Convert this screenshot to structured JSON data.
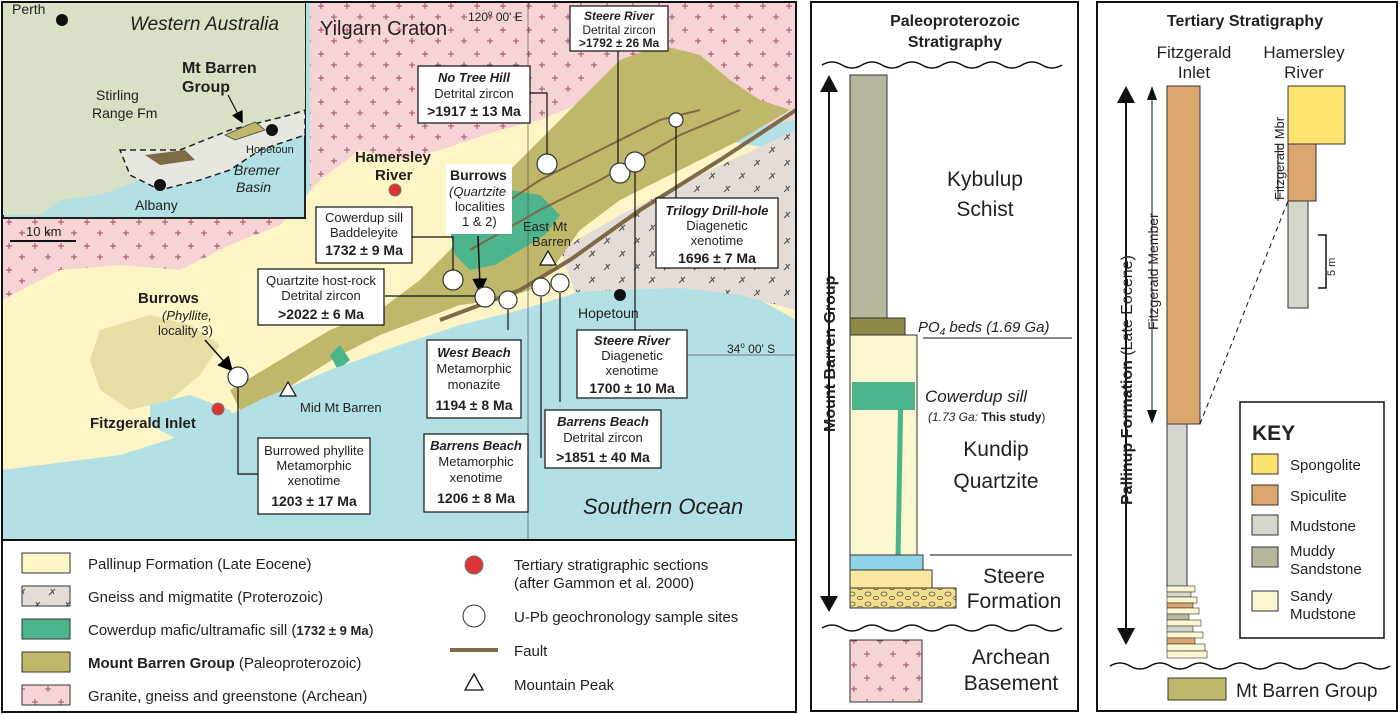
{
  "colors": {
    "pallinup": "#fdf5c6",
    "gneiss": "#e3dcd7",
    "cowerdup": "#4db58b",
    "mount_barren": "#bfb86a",
    "archean": "#f6d3d4",
    "ocean": "#b3e0e4",
    "inset_land": "#d8e0c5",
    "fault": "#7d6a47",
    "spongolite": "#fde36d",
    "spiculite": "#dca66f",
    "mudstone": "#d5d7cd",
    "muddy_sandstone": "#b6b79c",
    "sandy_mudstone": "#fcf6d1",
    "red_site": "#dc3535"
  },
  "map": {
    "inset": {
      "title": "Western Australia",
      "perth": "Perth",
      "albany": "Albany",
      "hopetoun": "Hopetoun",
      "mt_barren_group_1": "Mt Barren",
      "mt_barren_group_2": "Group",
      "stirling_1": "Stirling",
      "stirling_2": "Range Fm",
      "bremer_1": "Bremer",
      "bremer_2": "Basin"
    },
    "scale": "10 km",
    "yilgarn": "Yilgarn Craton",
    "long_label": "120",
    "long_suffix": "o",
    "long_rest": " 00' E",
    "lat_label": "34",
    "lat_suffix": "o",
    "lat_rest": " 00' S",
    "southern_ocean": "Southern  Ocean",
    "hopetoun": "Hopetoun",
    "mid_mt_barren": "Mid Mt Barren",
    "east_mt_barren_1": "East Mt",
    "east_mt_barren_2": "Barren",
    "hamersley_1": "Hamersley",
    "hamersley_2": "River",
    "fitzgerald_inlet": "Fitzgerald Inlet",
    "burrows_phyllite": {
      "l1": "Burrows",
      "l2": "(Phyllite,",
      "l3": "locality 3)"
    },
    "burrows_quartzite": {
      "l1": "Burrows",
      "l2": "(Quartzite",
      "l3": "localities",
      "l4": "1 & 2)"
    },
    "boxes": {
      "no_tree_hill": {
        "l1": "No Tree Hill",
        "l2": "Detrital zircon",
        "l3": ">1917 ± 13 Ma"
      },
      "steere_river_top": {
        "l1": "Steere River",
        "l2": "Detrital zircon",
        "l3": ">1792 ± 26 Ma"
      },
      "trilogy": {
        "l1": "Trilogy Drill-hole",
        "l2": "Diagenetic",
        "l3": "xenotime",
        "l4": "1696 ± 7 Ma"
      },
      "cowerdup_sill": {
        "l1": "Cowerdup sill",
        "l2": "Baddeleyite",
        "l3": "1732 ± 9 Ma"
      },
      "quartzite_host": {
        "l1": "Quartzite host-rock",
        "l2": "Detrital zircon",
        "l3": ">2022 ± 6 Ma"
      },
      "west_beach": {
        "l1": "West Beach",
        "l2": "Metamorphic",
        "l3": "monazite",
        "l4": "1194 ± 8 Ma"
      },
      "steere_river_low": {
        "l1": "Steere River",
        "l2": "Diagenetic",
        "l3": "xenotime",
        "l4": "1700 ± 10 Ma"
      },
      "barrens_beach_a": {
        "l1": "Barrens Beach",
        "l2": "Detrital zircon",
        "l3": ">1851 ± 40 Ma"
      },
      "barrens_beach_b": {
        "l1": "Barrens Beach",
        "l2": "Metamorphic",
        "l3": "xenotime",
        "l4": "1206 ± 8 Ma"
      },
      "burrowed_phyllite": {
        "l1": "Burrowed phyllite",
        "l2": "Metamorphic",
        "l3": "xenotime",
        "l4": "1203 ± 17 Ma"
      }
    }
  },
  "legend": {
    "pallinup": "Pallinup Formation (Late Eocene)",
    "gneiss": "Gneiss and migmatite (Proterozoic)",
    "cowerdup_a": "Cowerdup mafic/ultramafic sill (",
    "cowerdup_b": "1732 ± 9 Ma",
    "cowerdup_c": ")",
    "mtb_a": "Mount Barren Group",
    "mtb_b": " (Paleoproterozoic)",
    "granite": "Granite, gneiss and greenstone (Archean)",
    "tertiary_1": "Tertiary stratigraphic sections",
    "tertiary_2": "(after Gammon et al. 2000)",
    "upb": "U-Pb geochronology sample sites",
    "fault": "Fault",
    "peak": "Mountain Peak"
  },
  "paleo": {
    "title_1": "Paleoproterozoic",
    "title_2": "Stratigraphy",
    "group": "Mount Barren Group",
    "kybulup_1": "Kybulup",
    "kybulup_2": "Schist",
    "po4_a": "PO",
    "po4_sub": "4",
    "po4_b": " beds (1.69 Ga)",
    "cowerdup": "Cowerdup sill",
    "cowerdup_note_a": "(1.73 Ga: ",
    "cowerdup_note_b": "This study",
    "cowerdup_note_c": ")",
    "kundip_1": "Kundip",
    "kundip_2": "Quartzite",
    "steere_1": "Steere",
    "steere_2": "Formation",
    "archean_1": "Archean",
    "archean_2": "Basement"
  },
  "tertiary": {
    "title": "Tertiary Stratigraphy",
    "fitz_1": "Fitzgerald",
    "fitz_2": "Inlet",
    "ham_1": "Hamersley",
    "ham_2": "River",
    "formation_a": "Pallinup Formation",
    "formation_b": " (Late Eocene)",
    "member": "Fitzgerald Member",
    "mbr": "Fitzgerald Mbr",
    "scale": "5 m",
    "key_title": "KEY",
    "key": [
      "Spongolite",
      "Spiculite",
      "Mudstone",
      "Muddy",
      "Sandstone",
      "Sandy",
      "Mudstone"
    ],
    "mt_barren_group": "Mt Barren Group"
  }
}
